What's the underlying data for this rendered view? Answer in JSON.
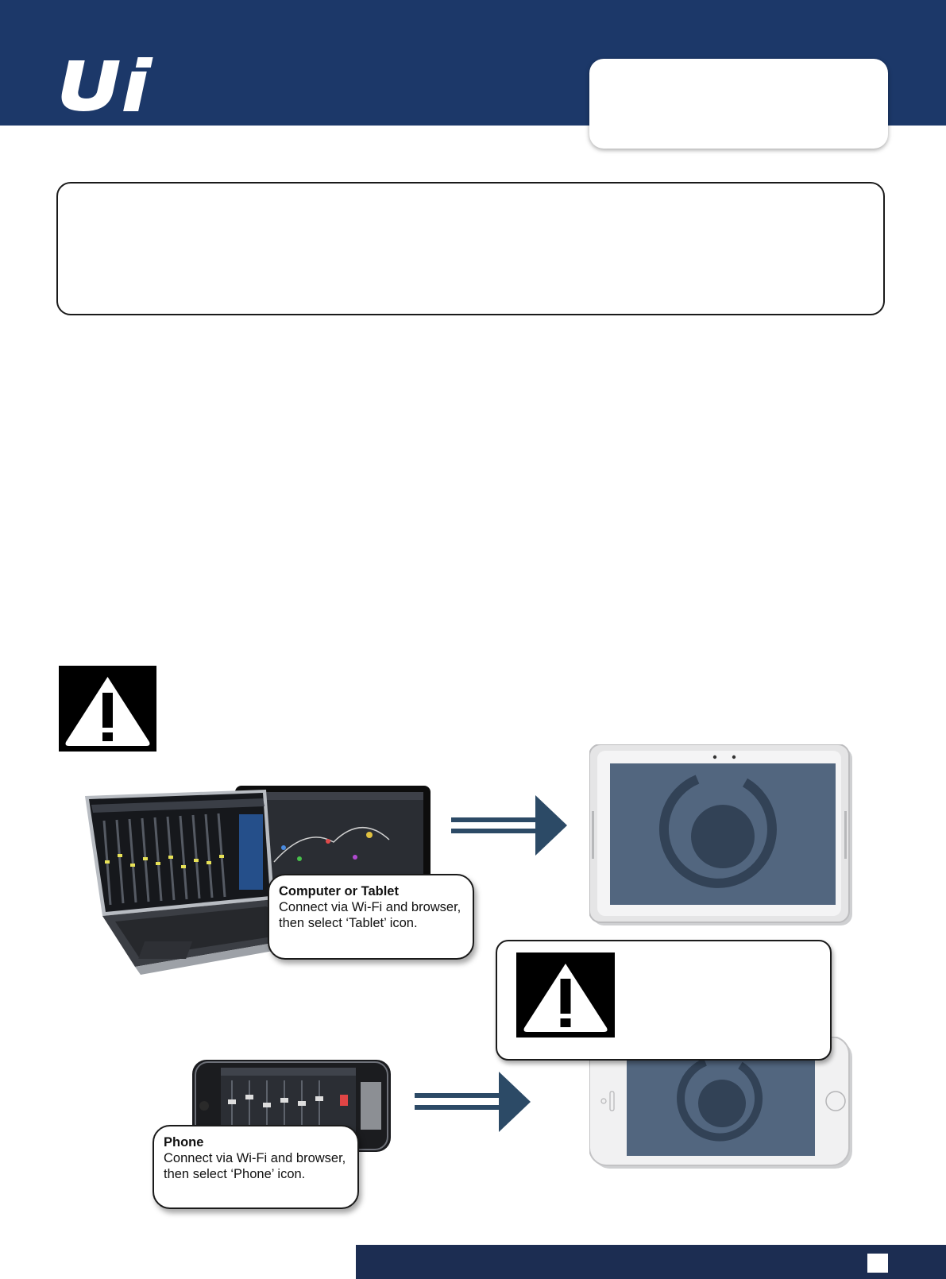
{
  "header": {
    "logo_text": "Ui",
    "brand_color": "#1c3869"
  },
  "callouts": {
    "tablet": {
      "title": "Computer or Tablet",
      "line1": "Connect via Wi-Fi and browser,",
      "line2": "then select ‘Tablet’ icon."
    },
    "phone": {
      "title": "Phone",
      "line1": "Connect via Wi-Fi and browser,",
      "line2": "then select ‘Phone’ icon."
    }
  },
  "icons": {
    "warning_large": "warning-icon",
    "warning_small": "warning-icon",
    "arrow_top": "double-arrow-right-icon",
    "arrow_bottom": "double-arrow-right-icon",
    "tablet": "tablet-device-icon",
    "phone": "phone-device-icon",
    "app_logo": "ui-app-ring-icon"
  },
  "colors": {
    "arrow": "#2c4a66",
    "screen": "#52667f",
    "ring": "#324256",
    "footer": "#1c2d52"
  }
}
